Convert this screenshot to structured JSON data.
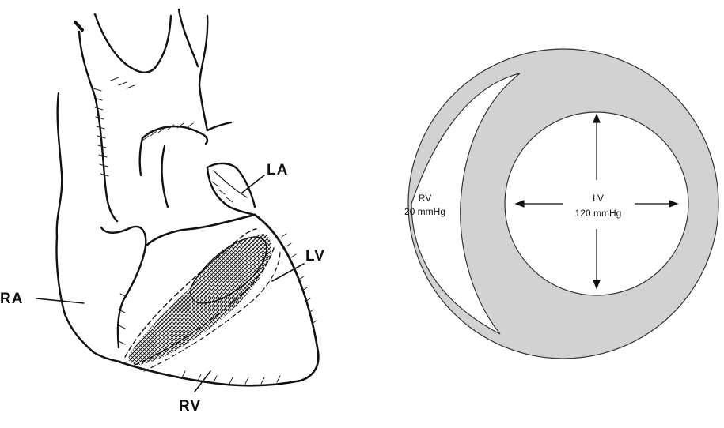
{
  "heart_drawing": {
    "labels": {
      "ra": "RA",
      "la": "LA",
      "lv": "LV",
      "rv": "RV"
    }
  },
  "cross_section": {
    "rv": {
      "label": "RV",
      "pressure": "20 mmHg"
    },
    "lv": {
      "label": "LV",
      "pressure": "120 mmHg"
    },
    "colors": {
      "wall": "#d2d2d2",
      "chamber": "#ffffff",
      "outline": "#333333"
    }
  }
}
